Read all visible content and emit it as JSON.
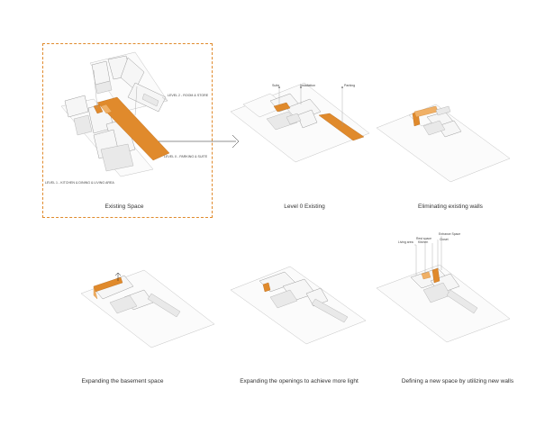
{
  "captions": {
    "existing_space": "Existing Space",
    "level0_existing": "Level 0 Existing",
    "eliminating_walls": "Eliminating existing walls",
    "expanding_basement": "Expanding the basement space",
    "expanding_openings": "Expanding  the openings to achieve more light",
    "defining_space": "Defining a new space by utilizing new walls"
  },
  "levels": {
    "level2": "LEVEL 2 - ROOM & STORE",
    "level0": "LEVEL 0 - PARKING & SUITE",
    "level1": "LEVEL 1 - KITCHEN & DINING & LIVING AREA"
  },
  "level0_labels": {
    "suite": "Suite",
    "installation": "Installation",
    "parking": "Parking"
  },
  "new_space_labels": {
    "entrance_space": "Entrance Space",
    "rest_space": "Rest space",
    "living_area": "Living area",
    "kitchen": "Kitchen",
    "closet": "Closet"
  },
  "colors": {
    "accent": "#e08a2c",
    "line": "#9a9a9a",
    "fill": "#f4f4f4"
  }
}
